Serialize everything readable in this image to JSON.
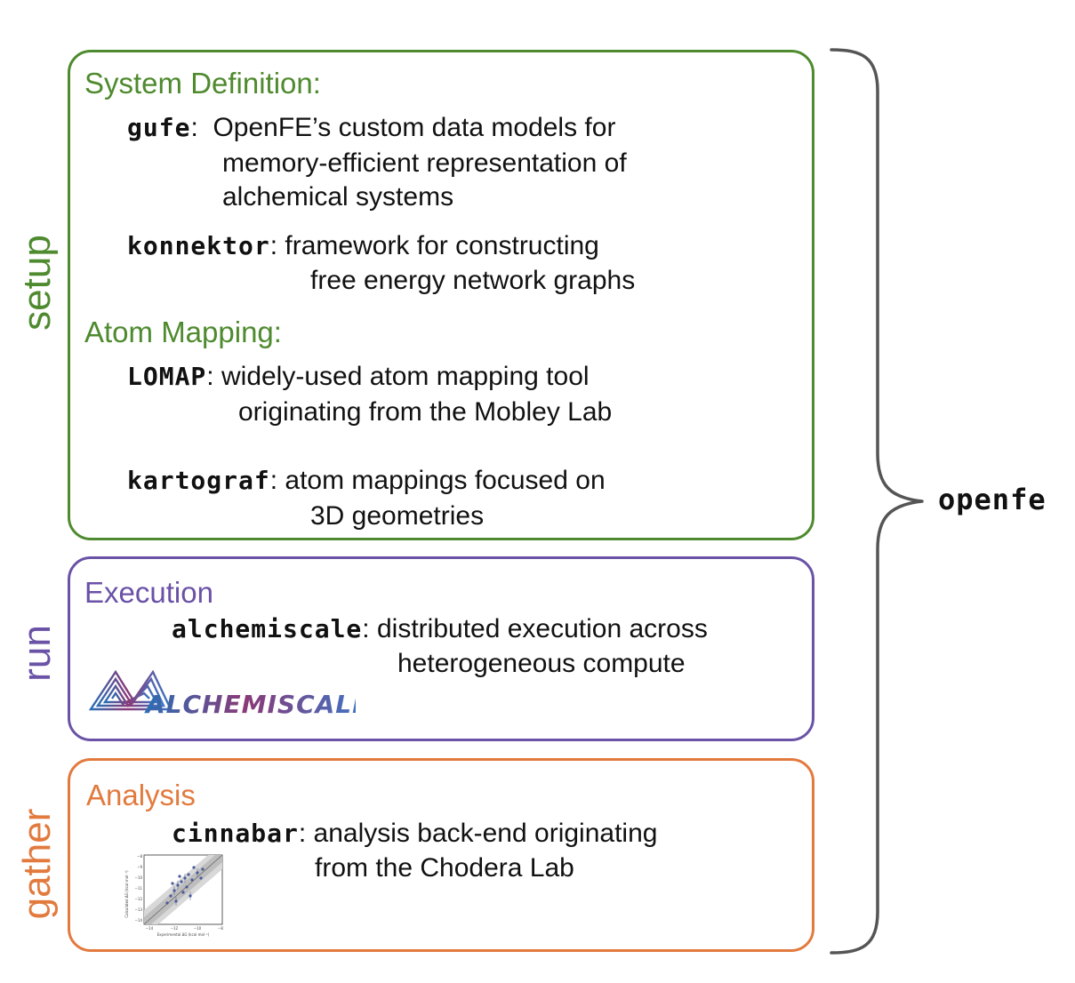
{
  "sides": {
    "setup": "setup",
    "run": "run",
    "gather": "gather"
  },
  "brace_label": "openfe",
  "setup": {
    "system_definition": {
      "heading": "System Definition:",
      "gufe": {
        "name": "gufe",
        "sep": ":",
        "line1": "OpenFE’s custom data models for",
        "line2": "memory-efficient representation of",
        "line3": "alchemical systems"
      },
      "konnektor": {
        "name": "konnektor",
        "sep": ":",
        "line1": "framework for constructing",
        "line2": "free energy network graphs"
      }
    },
    "atom_mapping": {
      "heading": "Atom Mapping:",
      "lomap": {
        "name": "LOMAP",
        "sep": ":",
        "line1": "widely-used atom mapping tool",
        "line2": "originating from the Mobley Lab"
      },
      "kartograf": {
        "name": "kartograf",
        "sep": ":",
        "line1": "atom mappings focused on",
        "line2": "3D geometries"
      }
    }
  },
  "run": {
    "heading": "Execution",
    "alchemiscale": {
      "name": "alchemiscale",
      "sep": ":",
      "line1": "distributed execution across",
      "line2": "heterogeneous compute"
    },
    "logo_text": "ALCHEMISCALE"
  },
  "gather": {
    "heading": "Analysis",
    "cinnabar": {
      "name": "cinnabar",
      "sep": ":",
      "line1": "analysis back-end originating",
      "line2": "from the Chodera Lab"
    },
    "plot_thumbnail": {
      "xlabel": "Experimental ΔG (kcal mol⁻¹)",
      "ylabel": "Calculated ΔG (kcal mol⁻¹)",
      "x_ticks": [
        "−14",
        "−12",
        "−10",
        "−8"
      ],
      "y_ticks": [
        "−8",
        "−9",
        "−10",
        "−11",
        "−12",
        "−13",
        "−14"
      ]
    }
  },
  "colors": {
    "setup": "#4e8a2e",
    "run": "#6a52a6",
    "gather": "#e27a3e",
    "brace": "#555555"
  }
}
